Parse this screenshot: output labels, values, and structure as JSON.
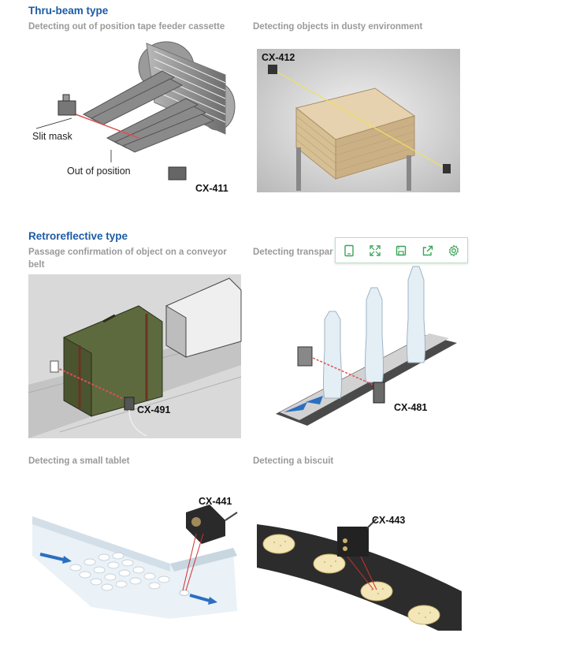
{
  "sections": [
    {
      "title": "Thru-beam type",
      "items": [
        {
          "caption": "Detecting out of position tape feeder cassette",
          "labels": {
            "slit": "Slit mask",
            "out": "Out of position",
            "model": "CX-411"
          }
        },
        {
          "caption": "Detecting objects in dusty environment",
          "labels": {
            "model": "CX-412"
          }
        }
      ]
    },
    {
      "title": "Retroreflective type",
      "items": [
        {
          "caption_line1": "Passage confirmation of object on a conveyor",
          "caption_line2": "belt",
          "labels": {
            "model": "CX-491"
          }
        },
        {
          "caption": "Detecting transpar",
          "labels": {
            "model": "CX-481"
          }
        }
      ]
    },
    {
      "title": "",
      "items": [
        {
          "caption": "Detecting a small tablet",
          "labels": {
            "model": "CX-441"
          }
        },
        {
          "caption": "Detecting a biscuit",
          "labels": {
            "model": "CX-443"
          }
        }
      ]
    }
  ],
  "toolbar": {
    "buttons": [
      "tablet-icon",
      "fullscreen-icon",
      "save-icon",
      "share-icon",
      "settings-icon"
    ],
    "accent": "#3aa55a"
  },
  "colors": {
    "title": "#1d5ba6",
    "caption": "#9a9a9a"
  }
}
